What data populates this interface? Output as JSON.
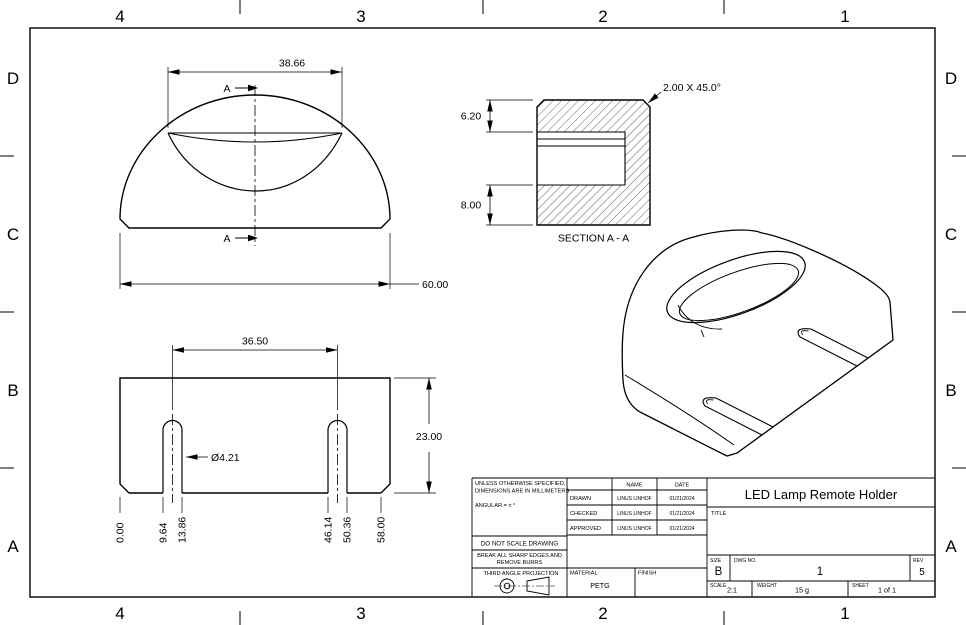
{
  "sheet": {
    "zone_cols_top": [
      "4",
      "3",
      "2",
      "1"
    ],
    "zone_cols_bottom": [
      "4",
      "3",
      "2",
      "1"
    ],
    "zone_rows_left": [
      "D",
      "C",
      "B",
      "A"
    ],
    "zone_rows_right": [
      "D",
      "C",
      "B",
      "A"
    ]
  },
  "front_view": {
    "dim_opening_width": "38.66",
    "dim_overall_width": "60.00",
    "section_letter_top": "A",
    "section_letter_bottom": "A"
  },
  "section_view": {
    "title": "SECTION A - A",
    "chamfer_note": "2.00 X 45.0°",
    "dim_wall_top": "6.20",
    "dim_wall_bottom": "8.00"
  },
  "bottom_view": {
    "dim_slot_centers": "36.50",
    "dim_depth": "23.00",
    "dim_slot_width": "Ø4.21",
    "ordinate_dims": [
      "0.00",
      "9.64",
      "13.86",
      "46.14",
      "50.36",
      "58.00"
    ]
  },
  "title_block": {
    "spec_note_line1": "UNLESS OTHERWISE SPECIFIED,",
    "spec_note_line2": "DIMENSIONS ARE IN MILLIMETERS",
    "spec_note_line3": "ANGULAR = ± °",
    "do_not_scale": "DO NOT SCALE DRAWING",
    "deburr_line1": "BREAK ALL SHARP EDGES AND",
    "deburr_line2": "REMOVE BURRS",
    "projection_label": "THIRD ANGLE PROJECTION",
    "col_name": "NAME",
    "col_date": "DATE",
    "rows": [
      {
        "label": "DRAWN",
        "name": "LINUS LINHOF",
        "date": "01/21/2024"
      },
      {
        "label": "CHECKED",
        "name": "LINUS LINHOF",
        "date": "01/21/2024"
      },
      {
        "label": "APPROVED",
        "name": "LINUS LINHOF",
        "date": "01/21/2024"
      }
    ],
    "material_label": "MATERIAL",
    "material_value": "PETG",
    "finish_label": "FINISH",
    "title_label": "TITLE",
    "title": "LED Lamp Remote Holder",
    "size_label": "SIZE",
    "size_value": "B",
    "dwg_no_label": "DWG NO.",
    "dwg_no_value": "1",
    "rev_label": "REV",
    "rev_value": "5",
    "scale_label": "SCALE",
    "scale_value": "2:1",
    "weight_label": "WEIGHT",
    "weight_value": "15 g",
    "sheet_label": "SHEET",
    "sheet_value": "1 of 1"
  }
}
